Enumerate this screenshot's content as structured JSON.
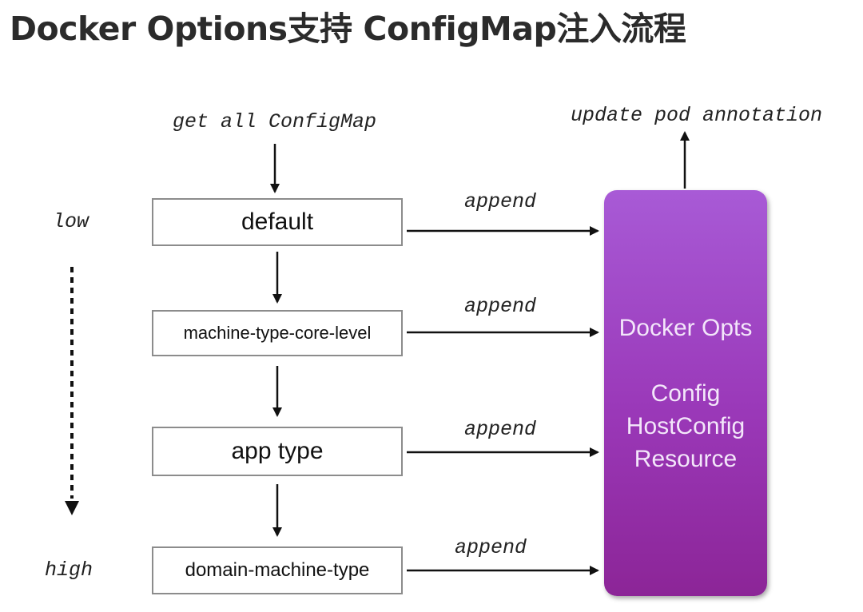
{
  "title": "Docker Options支持 ConfigMap注入流程",
  "labels": {
    "get_all": "get all ConfigMap",
    "update_pod": "update pod annotation",
    "low": "low",
    "high": "high",
    "append": "append"
  },
  "boxes": [
    {
      "label": "default"
    },
    {
      "label": "machine-type-core-level"
    },
    {
      "label": "app type"
    },
    {
      "label": "domain-machine-type"
    }
  ],
  "target": {
    "line1": "Docker Opts",
    "line2": "Config",
    "line3": "HostConfig",
    "line4": "Resource"
  }
}
